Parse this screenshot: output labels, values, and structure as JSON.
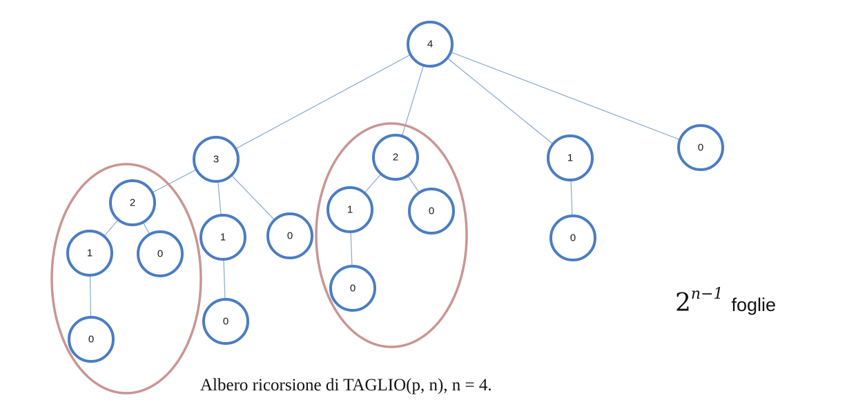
{
  "tree": {
    "nodes": [
      {
        "id": "root",
        "label": "4"
      },
      {
        "id": "n3",
        "label": "3"
      },
      {
        "id": "n2a",
        "label": "2"
      },
      {
        "id": "n1a",
        "label": "1"
      },
      {
        "id": "n0a",
        "label": "0"
      },
      {
        "id": "n0b",
        "label": "0"
      },
      {
        "id": "n1b",
        "label": "1"
      },
      {
        "id": "n0c",
        "label": "0"
      },
      {
        "id": "n0d",
        "label": "0"
      },
      {
        "id": "n2b",
        "label": "2"
      },
      {
        "id": "n1c",
        "label": "1"
      },
      {
        "id": "n0e",
        "label": "0"
      },
      {
        "id": "n0f",
        "label": "0"
      },
      {
        "id": "n1d",
        "label": "1"
      },
      {
        "id": "n0g",
        "label": "0"
      },
      {
        "id": "n0h",
        "label": "0"
      }
    ],
    "edges": [
      [
        "root",
        "n3"
      ],
      [
        "root",
        "n2b"
      ],
      [
        "root",
        "n1d"
      ],
      [
        "root",
        "n0h"
      ],
      [
        "n3",
        "n2a"
      ],
      [
        "n3",
        "n1b"
      ],
      [
        "n3",
        "n0d"
      ],
      [
        "n2a",
        "n1a"
      ],
      [
        "n2a",
        "n0b"
      ],
      [
        "n1a",
        "n0a"
      ],
      [
        "n1b",
        "n0c"
      ],
      [
        "n2b",
        "n1c"
      ],
      [
        "n2b",
        "n0f"
      ],
      [
        "n1c",
        "n0e"
      ],
      [
        "n1d",
        "n0g"
      ]
    ],
    "highlighted_subtrees": [
      "n2a",
      "n2b"
    ]
  },
  "formula": {
    "base": "2",
    "exponent": "n−1",
    "word": "foglie"
  },
  "caption": "Albero ricorsione di TAGLIO(p, n), n = 4."
}
